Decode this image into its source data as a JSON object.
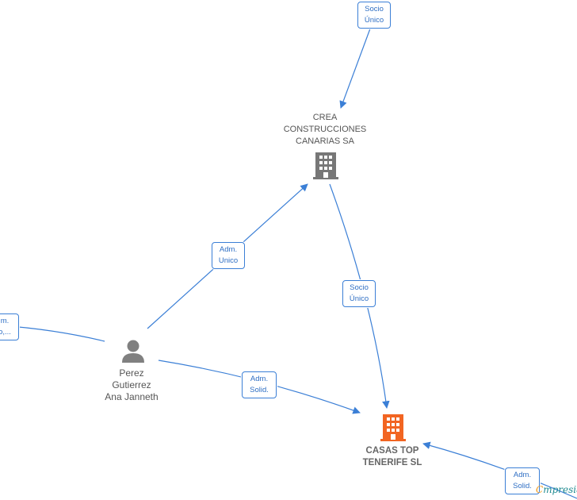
{
  "nodes": {
    "crea": {
      "label": "CREA\nCONSTRUCCIONES\nCANARIAS SA",
      "icon": "building-icon",
      "color": "#777777"
    },
    "casas": {
      "label": "CASAS TOP\nTENERIFE  SL",
      "icon": "building-icon",
      "color": "#f26522"
    },
    "perez": {
      "label": "Perez\nGutierrez\nAna Janneth",
      "icon": "person-icon",
      "color": "#808080"
    }
  },
  "edges": {
    "top_to_crea": "Socio\nÚnico",
    "perez_to_crea": "Adm.\nUnico",
    "crea_to_casas": "Socio\nÚnico",
    "perez_to_casas": "Adm.\nSolid.",
    "left_to_perez": "m.\no,...",
    "right_to_casas": "Adm.\nSolid."
  },
  "brand": {
    "c": "C",
    "rest": "mpresia"
  },
  "colors": {
    "edge": "#3b7fd6",
    "accent": "#f26522"
  }
}
